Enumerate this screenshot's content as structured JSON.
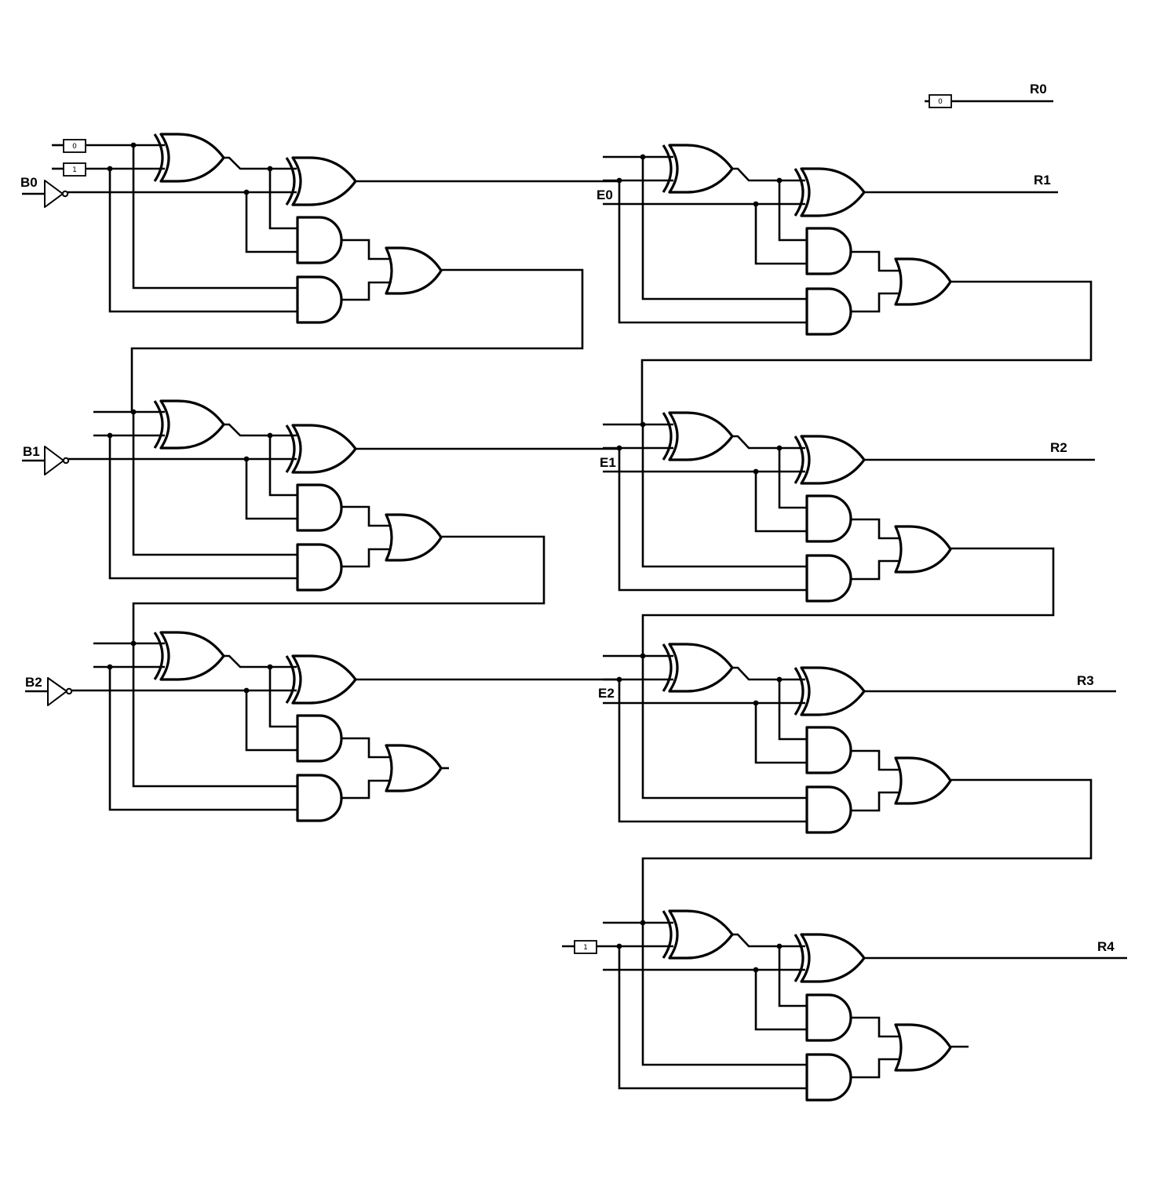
{
  "inputs": {
    "b": [
      "B0",
      "B1",
      "B2"
    ],
    "e": [
      "E0",
      "E1",
      "E2"
    ]
  },
  "outputs": [
    "R0",
    "R1",
    "R2",
    "R3",
    "R4"
  ],
  "constants": {
    "r0": "0",
    "stage0_top": "0",
    "stage0_bottom": "1",
    "last_stage": "1"
  },
  "gates": {
    "inverter": "not-gate-icon",
    "xor": "xor-gate-icon",
    "and": "and-gate-icon",
    "or": "or-gate-icon"
  },
  "colors": {
    "ink": "#000000",
    "background": "#ffffff"
  }
}
